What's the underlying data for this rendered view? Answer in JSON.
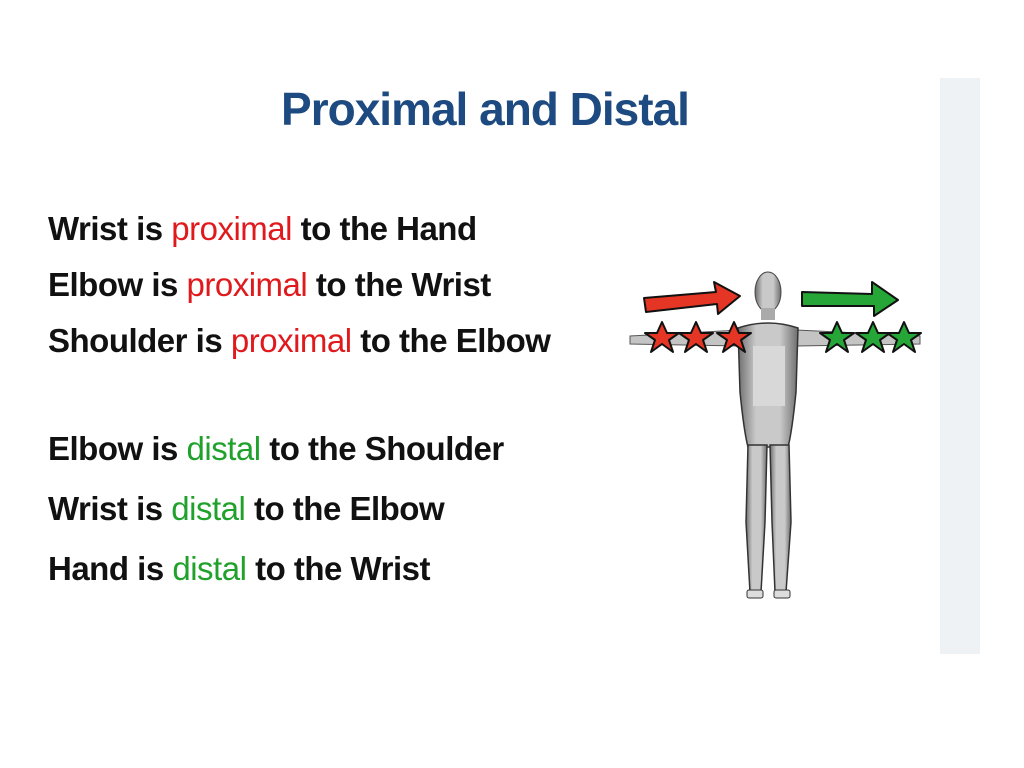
{
  "slide": {
    "title": "Proximal and Distal",
    "proximal_lines": [
      {
        "pre": "Wrist is ",
        "term": "proximal",
        "post": " to the Hand"
      },
      {
        "pre": "Elbow is ",
        "term": "proximal",
        "post": " to the Wrist"
      },
      {
        "pre": "Shoulder is ",
        "term": "proximal",
        "post": " to the Elbow"
      }
    ],
    "distal_lines": [
      {
        "pre": "Elbow is ",
        "term": "distal",
        "post": " to the Shoulder"
      },
      {
        "pre": "Wrist is ",
        "term": "distal",
        "post": " to the Elbow"
      },
      {
        "pre": "Hand is ",
        "term": "distal",
        "post": " to the Wrist"
      }
    ],
    "colors": {
      "title": "#1d4a80",
      "proximal": "#e0191d",
      "distal": "#1fa12b"
    },
    "figure": {
      "description": "human-body-figure",
      "left_arrow_color": "#e0191d",
      "right_arrow_color": "#1fa12b",
      "left_star_count": 3,
      "right_star_count": 3
    }
  }
}
